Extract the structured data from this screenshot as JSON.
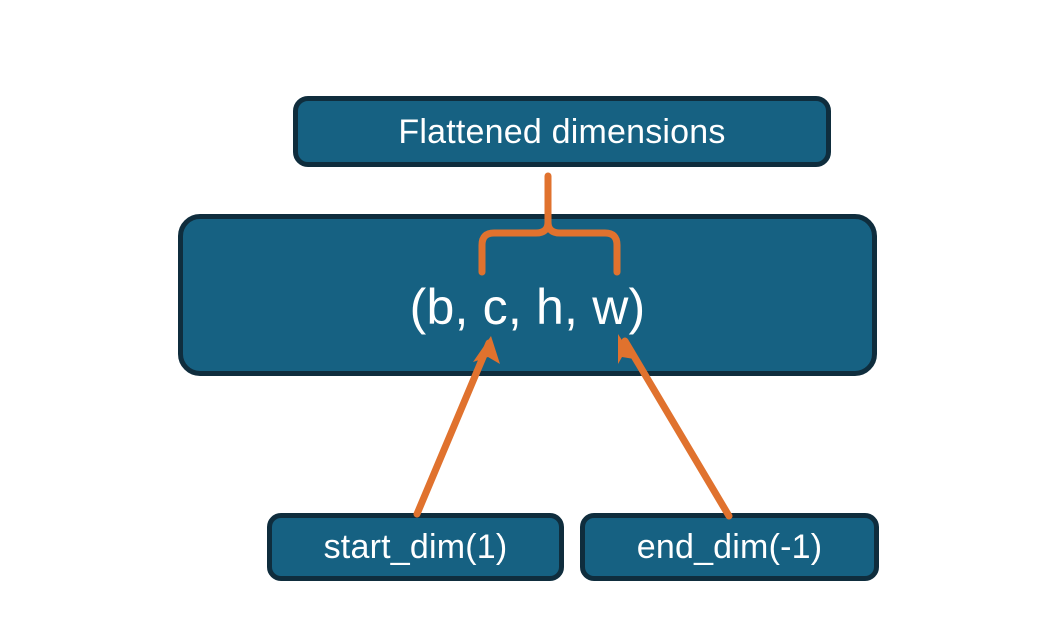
{
  "diagram": {
    "title_node": {
      "label": "Flattened dimensions"
    },
    "tuple_node": {
      "label": "(b, c, h, w)"
    },
    "start_dim_node": {
      "label": "start_dim(1)"
    },
    "end_dim_node": {
      "label": "end_dim(-1)"
    },
    "connectors": {
      "brace": "curly-brace-up",
      "start_dim_arrow": "arrow-up-right",
      "end_dim_arrow": "arrow-up-left"
    },
    "colors": {
      "box_fill": "#166182",
      "box_border": "#0f2d3d",
      "text": "#ffffff",
      "accent_orange": "#e0722e",
      "background": "#ffffff"
    }
  }
}
